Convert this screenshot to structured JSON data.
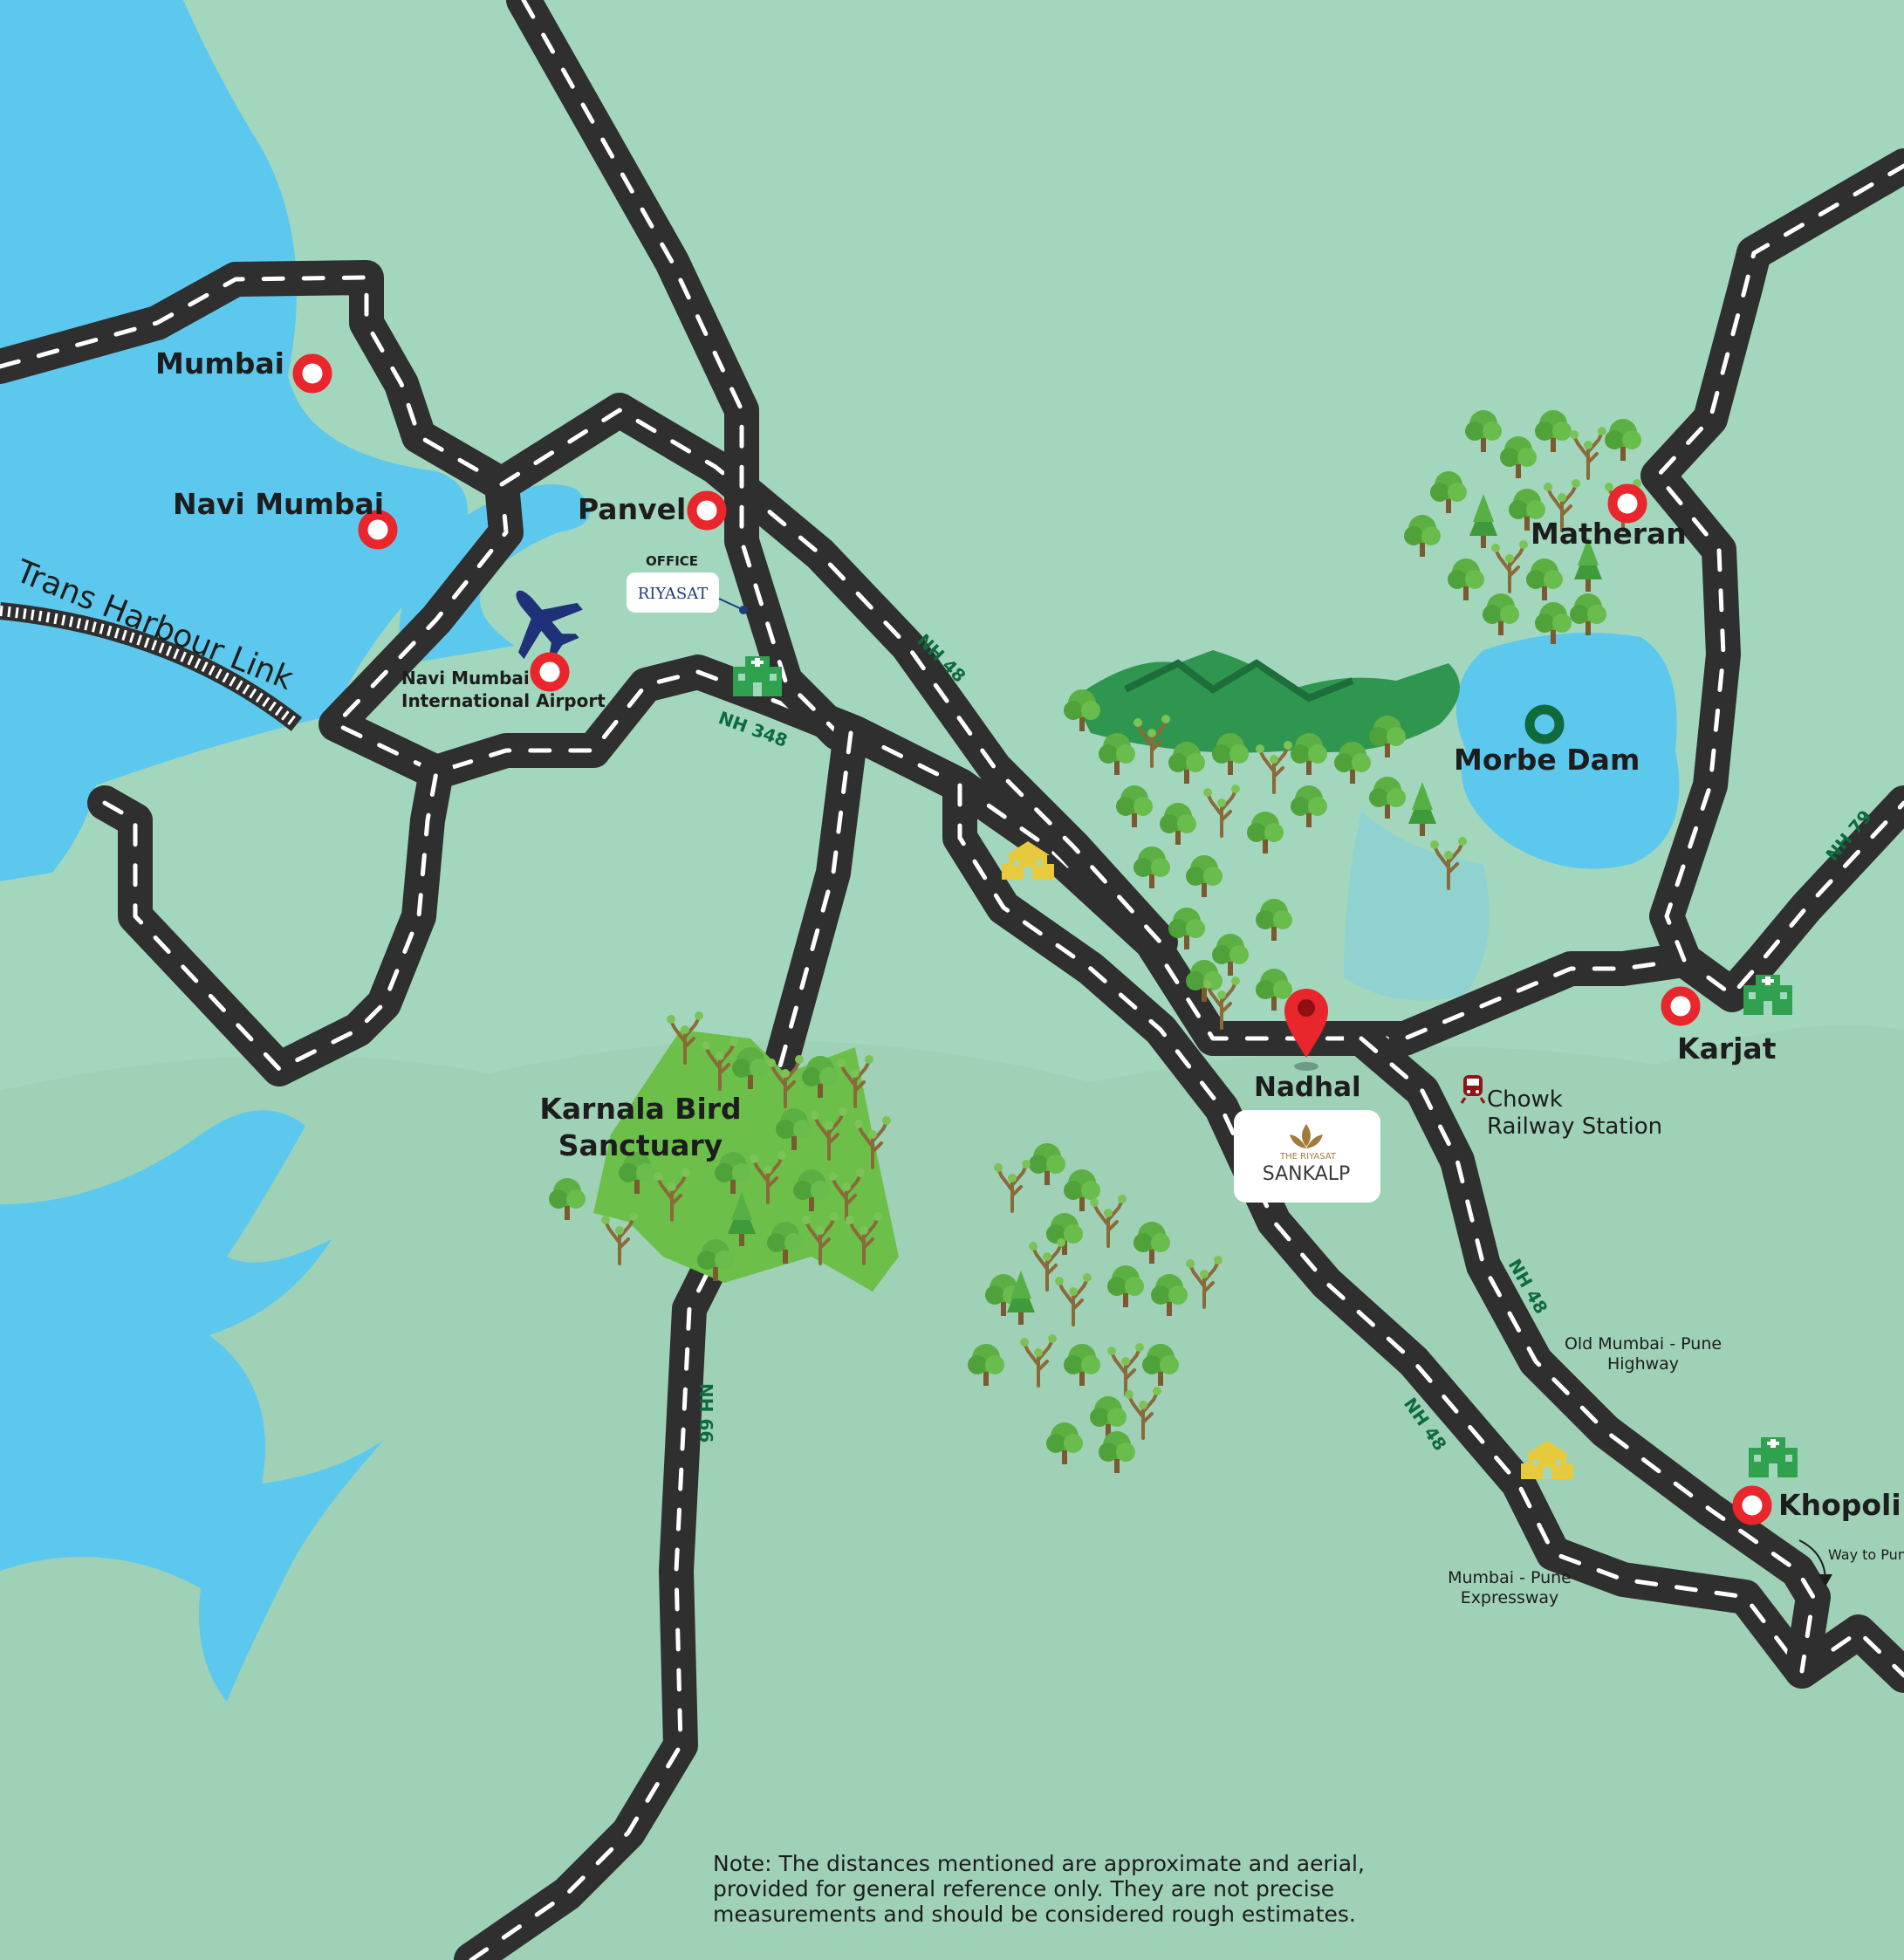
{
  "places": {
    "mumbai": "Mumbai",
    "navi_mumbai": "Navi Mumbai",
    "trans_harbour_link": "Trans Harbour Link",
    "panvel": "Panvel",
    "airport_line1": "Navi Mumbai",
    "airport_line2": "International Airport",
    "matheran": "Matheran",
    "morbe_dam": "Morbe Dam",
    "karjat": "Karjat",
    "nadhal": "Nadhal",
    "chowk_line1": "Chowk",
    "chowk_line2": "Railway Station",
    "karnala_line1": "Karnala Bird",
    "karnala_line2": "Sanctuary",
    "khopoli": "Khopoli",
    "way_to_pune": "Way to Pune",
    "old_highway_line1": "Old Mumbai - Pune",
    "old_highway_line2": "Highway",
    "expressway_line1": "Mumbai - Pune",
    "expressway_line2": "Expressway"
  },
  "office": {
    "caption": "OFFICE",
    "logo_text": "RIYASAT"
  },
  "project": {
    "brand_small": "THE RIYASAT",
    "name": "SANKALP"
  },
  "highways": {
    "nh48_a": "NH 48",
    "nh348": "NH 348",
    "nh66": "NH 66",
    "nh48_b": "NH 48",
    "nh48_c": "NH 48",
    "nh79": "NH 79"
  },
  "note": {
    "line1": "Note: The distances mentioned are approximate and aerial,",
    "line2": "provided for general reference only. They are not precise",
    "line3": "measurements and should be considered rough estimates."
  },
  "colors": {
    "land": "#a3d7bd",
    "water": "#5dc8ee",
    "road": "#2f2f2f",
    "marker_red": "#e8262c",
    "marker_green": "#0f6b3c",
    "forest": "#6cc04a",
    "highway_label": "#0d6b3e",
    "school": "#e6c93c",
    "hospital": "#2fa14f"
  },
  "icons": {
    "airport": "airplane-icon",
    "office_pin": "office-pin-icon",
    "nadhal_pin": "location-pin-icon",
    "railway": "train-icon",
    "school": "school-icon",
    "hospital": "hospital-icon"
  }
}
